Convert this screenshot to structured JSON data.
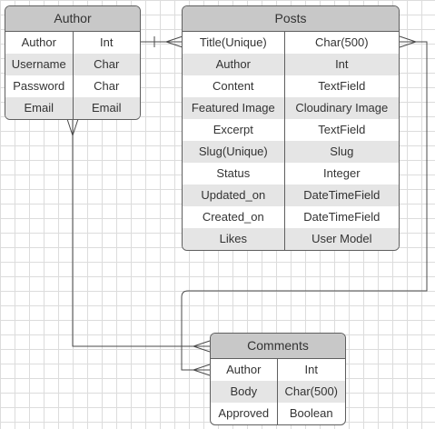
{
  "entities": {
    "author": {
      "title": "Author",
      "rows": [
        {
          "name": "Author",
          "type": "Int"
        },
        {
          "name": "Username",
          "type": "Char"
        },
        {
          "name": "Password",
          "type": "Char"
        },
        {
          "name": "Email",
          "type": "Email"
        }
      ]
    },
    "posts": {
      "title": "Posts",
      "rows": [
        {
          "name": "Title(Unique)",
          "type": "Char(500)"
        },
        {
          "name": "Author",
          "type": "Int"
        },
        {
          "name": "Content",
          "type": "TextField"
        },
        {
          "name": "Featured Image",
          "type": "Cloudinary Image"
        },
        {
          "name": "Excerpt",
          "type": "TextField"
        },
        {
          "name": "Slug(Unique)",
          "type": "Slug"
        },
        {
          "name": "Status",
          "type": "Integer"
        },
        {
          "name": "Updated_on",
          "type": "DateTimeField"
        },
        {
          "name": "Created_on",
          "type": "DateTimeField"
        },
        {
          "name": "Likes",
          "type": "User Model"
        }
      ]
    },
    "comments": {
      "title": "Comments",
      "rows": [
        {
          "name": "Author",
          "type": "Int"
        },
        {
          "name": "Body",
          "type": "Char(500)"
        },
        {
          "name": "Approved",
          "type": "Boolean"
        }
      ]
    }
  },
  "relationships": [
    {
      "from": "author",
      "to": "posts",
      "from_end": "one",
      "to_end": "many"
    },
    {
      "from": "author",
      "to": "comments",
      "from_end": "many",
      "to_end": "many"
    },
    {
      "from": "posts",
      "to": "comments",
      "from_end": "many",
      "to_end": "many"
    }
  ]
}
